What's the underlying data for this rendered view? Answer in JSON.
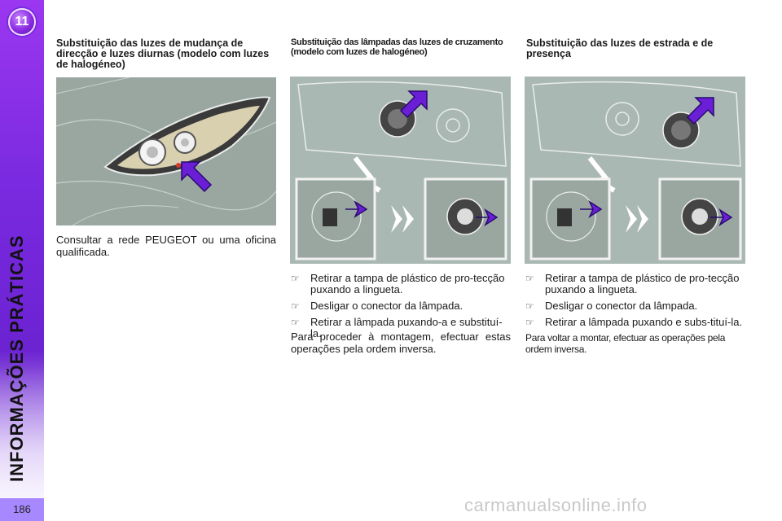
{
  "sidebar": {
    "chapter_number": "11",
    "section_title": "INFORMAÇÕES PRÁTICAS",
    "page_number": "186"
  },
  "column1": {
    "title": "Substituição das luzes de mudança de direcção e luzes diurnas (modelo com luzes de halogéneo)",
    "body": "Consultar a rede PEUGEOT ou uma oficina qualificada."
  },
  "column2": {
    "title": "Substituição das lâmpadas das luzes de cruzamento (modelo com luzes de halogéneo)",
    "steps": [
      "Retirar a tampa de plástico de pro-tecção puxando a lingueta.",
      "Desligar o conector da lâmpada.",
      "Retirar a lâmpada puxando-a e substituí-la."
    ],
    "closing": "Para proceder à montagem, efectuar estas operações pela ordem inversa."
  },
  "column3": {
    "title": "Substituição das luzes de estrada e de presença",
    "steps": [
      "Retirar a tampa de plástico de pro-tecção puxando a lingueta.",
      "Desligar o conector da lâmpada.",
      "Retirar a lâmpada puxando e subs-tituí-la."
    ],
    "closing": "Para voltar a montar, efectuar as operações pela ordem inversa."
  },
  "bullet_icon": "finger-pointing-icon",
  "watermark": "carmanualsonline.info",
  "colors": {
    "sidebar_purple": "#7a2ae0",
    "arrow_purple": "#6a1fd6",
    "page_tab": "#a888ff"
  }
}
